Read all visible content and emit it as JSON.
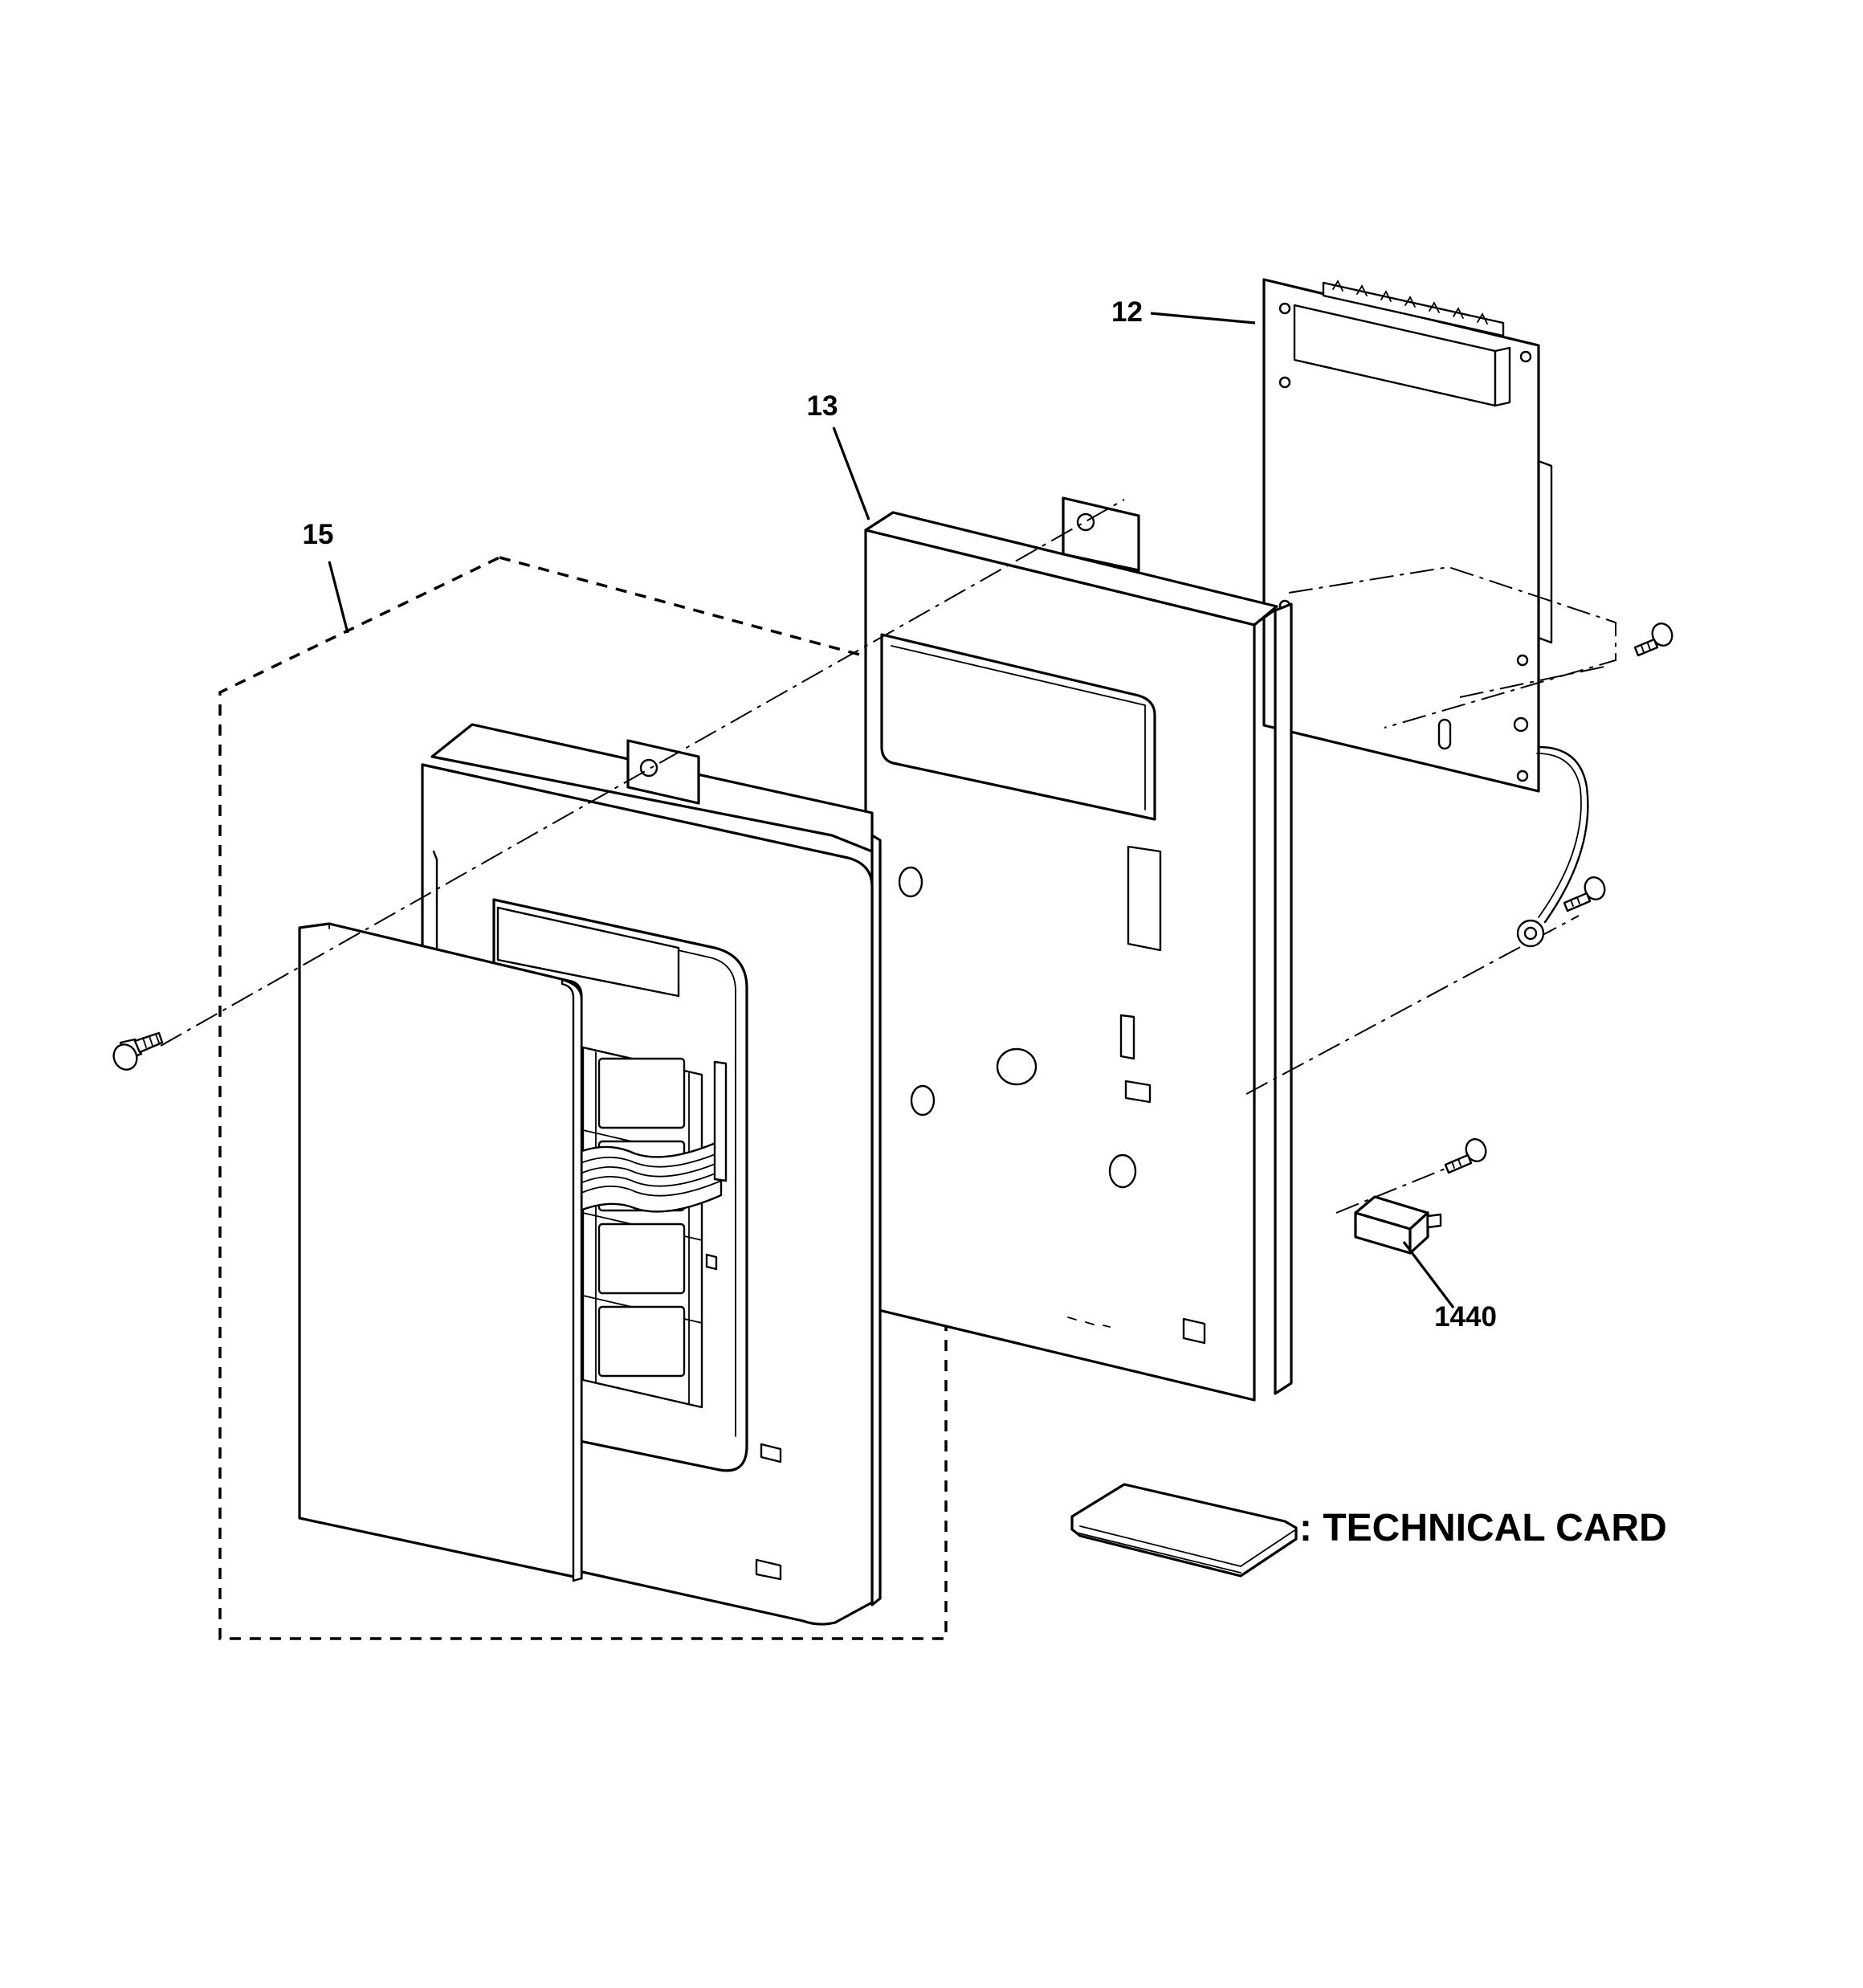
{
  "diagram": {
    "callouts": [
      {
        "id": "12",
        "text": "12"
      },
      {
        "id": "13",
        "text": "13"
      },
      {
        "id": "15",
        "text": "15"
      },
      {
        "id": "1440",
        "text": "1440"
      }
    ],
    "legend": {
      "text": ": TECHNICAL CARD"
    },
    "line_color": "#000000",
    "background_color": "#ffffff"
  }
}
